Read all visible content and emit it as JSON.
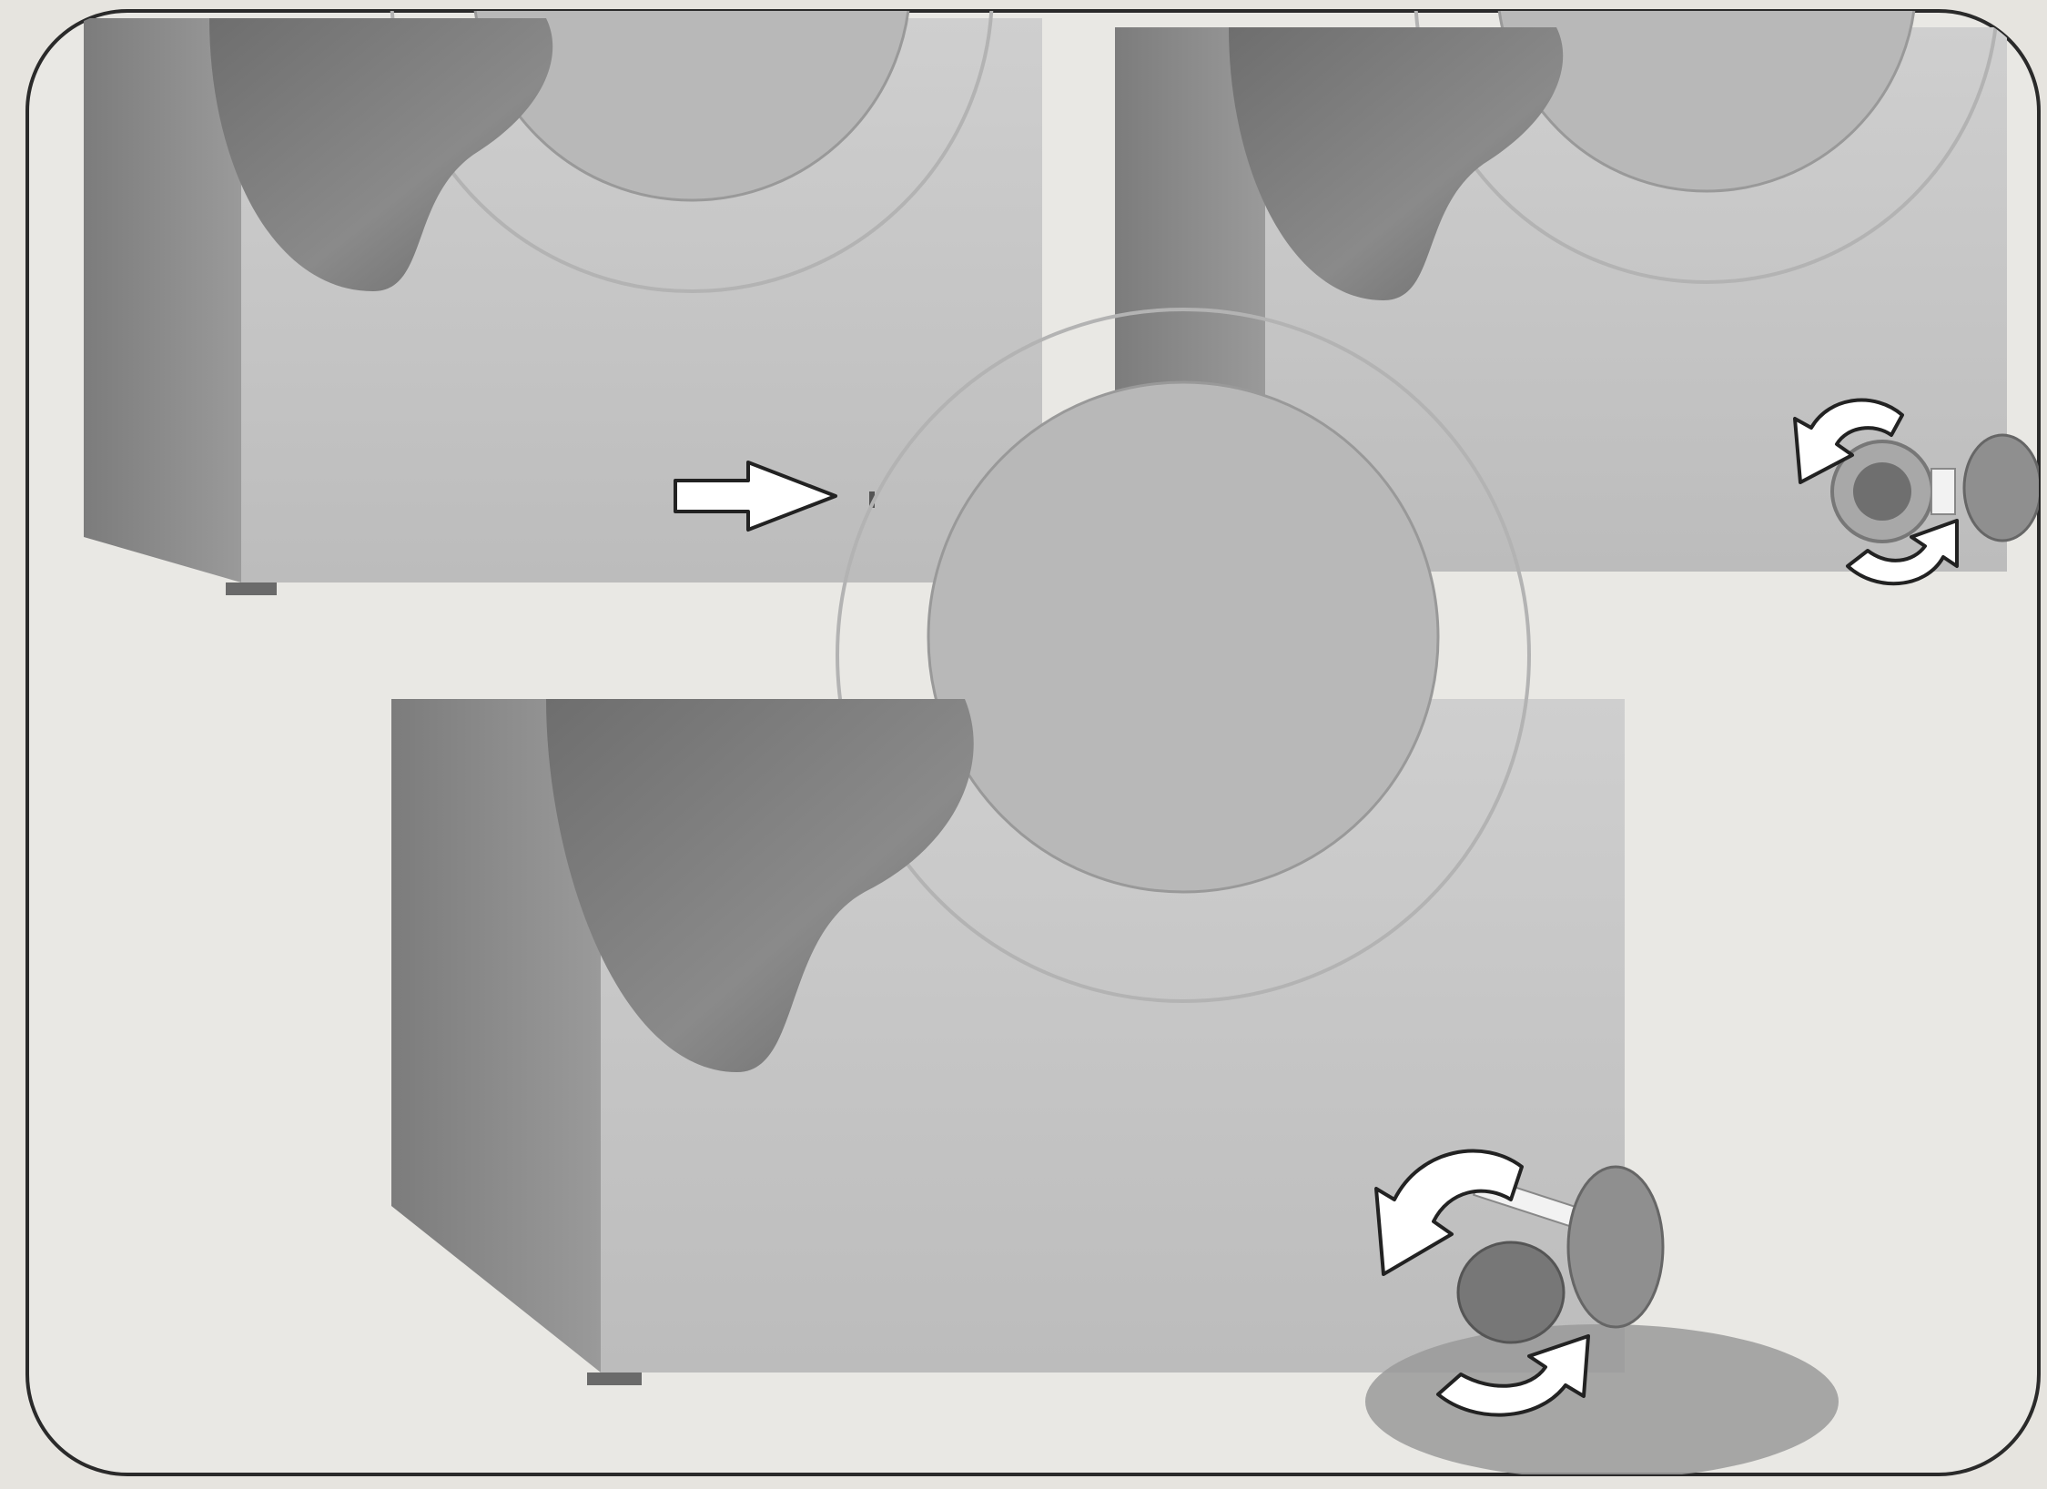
{
  "figure": {
    "panels": [
      {
        "id": "step-1",
        "action": "locate-filter-cover",
        "arrow": "right-arrow"
      },
      {
        "id": "step-2",
        "action": "unscrew-filter-cap",
        "arrow": "rotate-counterclockwise"
      },
      {
        "id": "step-3",
        "action": "remove-filter-drain-water",
        "arrow": "rotate-counterclockwise"
      }
    ],
    "colors": {
      "background": "#e6e4df",
      "frame": "#2a2a2a",
      "machine_side": "#8c8c8c",
      "machine_front": "#c4c4c4",
      "door": "#7a7a7a",
      "arrow_fill": "#ffffff",
      "arrow_stroke": "#222222",
      "water": "#9a9a9a"
    }
  }
}
